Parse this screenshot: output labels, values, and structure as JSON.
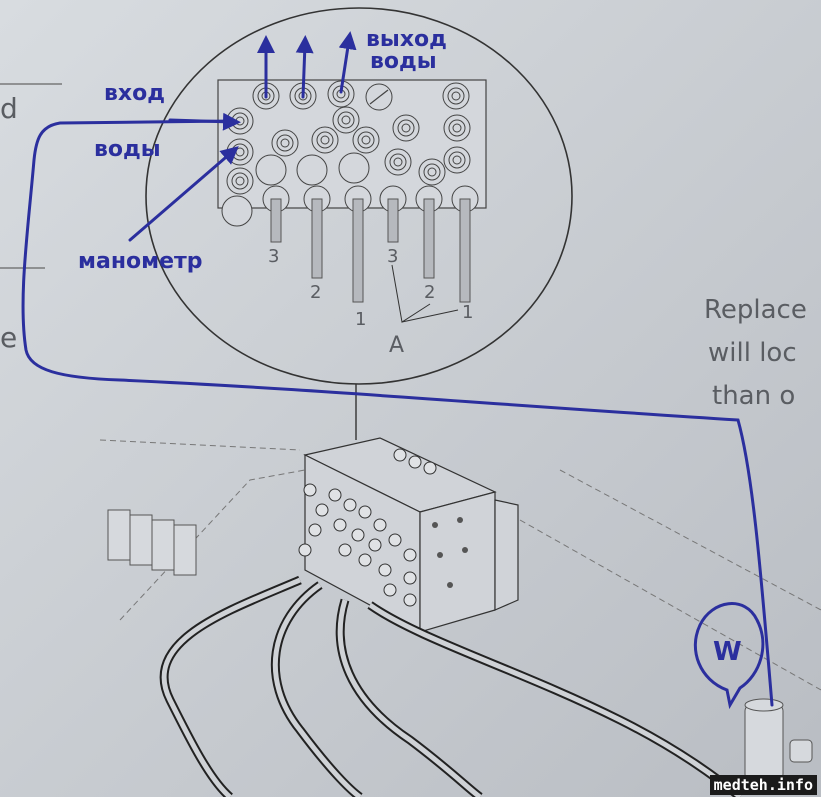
{
  "detail_view": {
    "outlet_label_line1": "выход",
    "outlet_label_line2": "воды",
    "inlet_label_line1": "вход",
    "inlet_label_line2": "воды",
    "gauge_label": "манометр",
    "tube_numbers": [
      "3",
      "2",
      "1",
      "3",
      "2",
      "1"
    ],
    "callout_letter": "A"
  },
  "page_text": {
    "left_fragment_1": "d",
    "left_fragment_2": "e",
    "right_line_1": "Replace",
    "right_line_2": "will loc",
    "right_line_3": "than o"
  },
  "annotation": {
    "marker_letter": "W",
    "ink_color": "#2b2f9e"
  },
  "watermark": "medteh.info"
}
